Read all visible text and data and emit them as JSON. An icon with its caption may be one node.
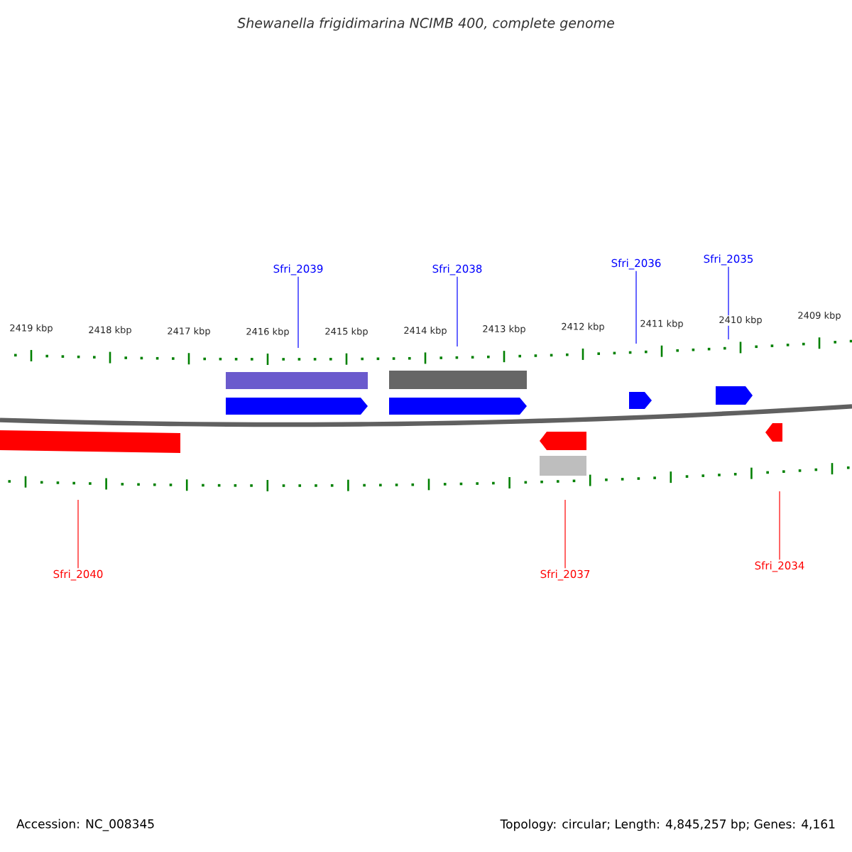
{
  "diagram": {
    "title": "Shewanella frigidimarina NCIMB 400, complete genome",
    "nodes": [
      {
        "text": [
          "Sfri_2039"
        ]
      },
      {
        "text": [
          "Sfri_2038"
        ]
      },
      {
        "text": [
          "Sfri_2036"
        ]
      },
      {
        "text": [
          "Sfri_2035"
        ]
      },
      {
        "text": [
          "Sfri_2040"
        ]
      },
      {
        "text": [
          "Sfri_2037"
        ]
      },
      {
        "text": [
          "Sfri_2034"
        ]
      }
    ],
    "edges": [
      {
        "from": 0,
        "to": null,
        "arrow": "none"
      },
      {
        "from": 1,
        "to": null,
        "arrow": "none"
      },
      {
        "from": 2,
        "to": null,
        "arrow": "none"
      },
      {
        "from": 3,
        "to": null,
        "arrow": "none"
      },
      {
        "from": 4,
        "to": null,
        "arrow": "none",
        "color": "#ff0000"
      },
      {
        "from": 5,
        "to": null,
        "arrow": "none",
        "color": "#ff0000"
      },
      {
        "from": 6,
        "to": null,
        "arrow": "none",
        "color": "#ff0000"
      }
    ],
    "labels": [
      "2419 kbp",
      "2418 kbp",
      "2417 kbp",
      "2416 kbp",
      "2415 kbp",
      "2414 kbp",
      "2413 kbp",
      "2412 kbp",
      "2411 kbp",
      "2410 kbp",
      "2409 kbp",
      "Accession: NC_008345",
      "Topology: circular; Length: 4,845,257 bp; Genes: 4,161"
    ]
  }
}
